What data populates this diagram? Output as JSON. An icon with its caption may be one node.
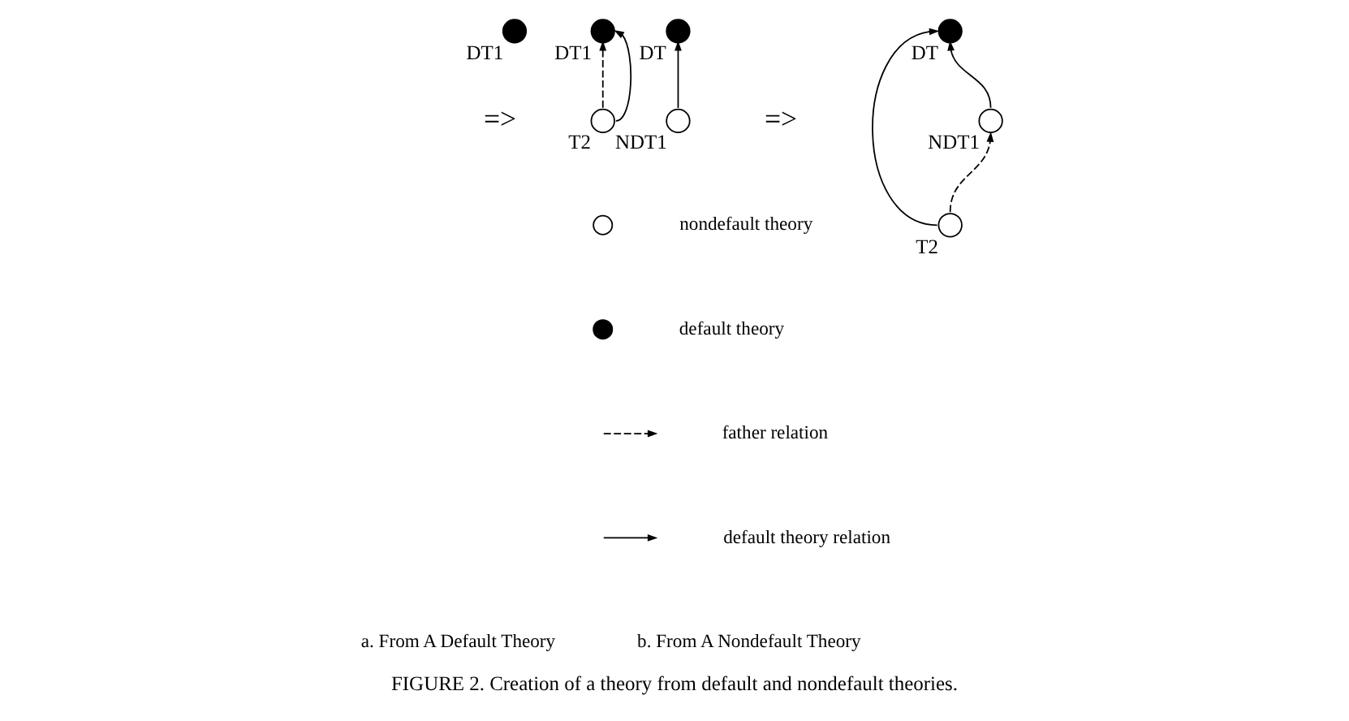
{
  "diagram": {
    "caption": "FIGURE 2. Creation of a theory from default and nondefault theories.",
    "nodes": [
      {
        "text": [],
        "shape": "circle",
        "beside": [
          "DT1"
        ]
      },
      {
        "text": [],
        "shape": "circle",
        "beside": [
          "DT1"
        ]
      },
      {
        "text": [],
        "shape": "circle",
        "beside": [
          "T2"
        ]
      },
      {
        "text": [],
        "shape": "circle",
        "beside": [
          "DT"
        ]
      },
      {
        "text": [],
        "shape": "circle",
        "beside": [
          "NDT1"
        ]
      },
      {
        "text": [],
        "shape": "circle",
        "beside": [
          "DT"
        ]
      },
      {
        "text": [],
        "shape": "circle",
        "beside": [
          "NDT1"
        ]
      },
      {
        "text": [],
        "shape": "circle",
        "beside": [
          "T2"
        ]
      }
    ],
    "edges": [
      {
        "from": 2,
        "to": 1,
        "arrow": "to"
      },
      {
        "from": 2,
        "to": 1,
        "arrow": "to",
        "style": "dashed"
      },
      {
        "from": 4,
        "to": 3,
        "arrow": "to"
      },
      {
        "from": 7,
        "to": 5,
        "arrow": "to"
      },
      {
        "from": 6,
        "to": 5,
        "arrow": "to"
      },
      {
        "from": 7,
        "to": 6,
        "arrow": "to",
        "style": "dashed"
      }
    ],
    "labels": [
      "=>",
      "=>",
      "a. From A Default Theory",
      "b. From A Nondefault Theory"
    ],
    "legend": [
      {
        "text": "nondefault theory"
      },
      {
        "text": "default theory"
      },
      {
        "text": "father relation"
      },
      {
        "text": "default theory relation"
      }
    ]
  }
}
